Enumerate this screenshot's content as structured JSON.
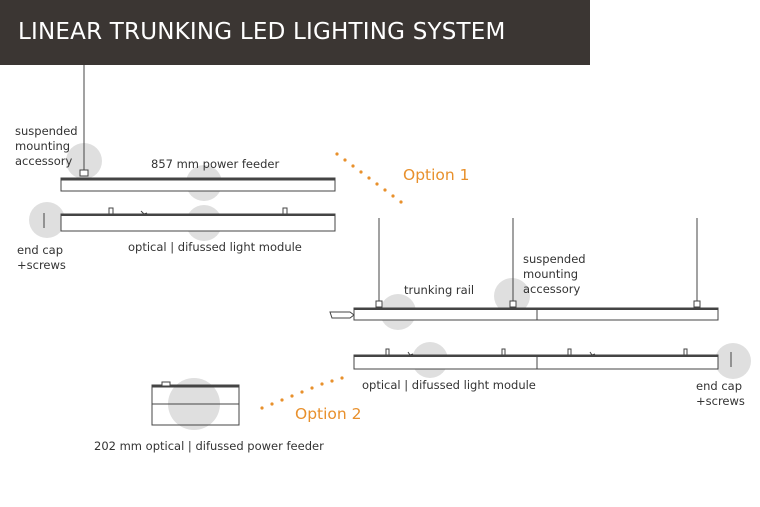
{
  "title": "LINEAR TRUNKING LED LIGHTING SYSTEM",
  "colors": {
    "title_bg": "#3b3633",
    "title_text": "#ffffff",
    "accent": "#e8902c",
    "line": "#444444",
    "circle": "#dcdcdc"
  },
  "labels": {
    "suspended_mounting_1": [
      "suspended",
      "mounting",
      "accessory"
    ],
    "power_feeder_857": "857 mm power feeder",
    "end_cap_1": [
      "end cap",
      "+screws"
    ],
    "optical_module_1": "optical | difussed light module",
    "option_1": "Option 1",
    "trunking_rail": "trunking rail",
    "suspended_mounting_2": [
      "suspended",
      "mounting",
      "accessory"
    ],
    "optical_module_2": "optical | difussed light module",
    "end_cap_2": [
      "end cap",
      "+screws"
    ],
    "option_2": "Option 2",
    "power_feeder_202": "202 mm optical | difussed power feeder"
  }
}
